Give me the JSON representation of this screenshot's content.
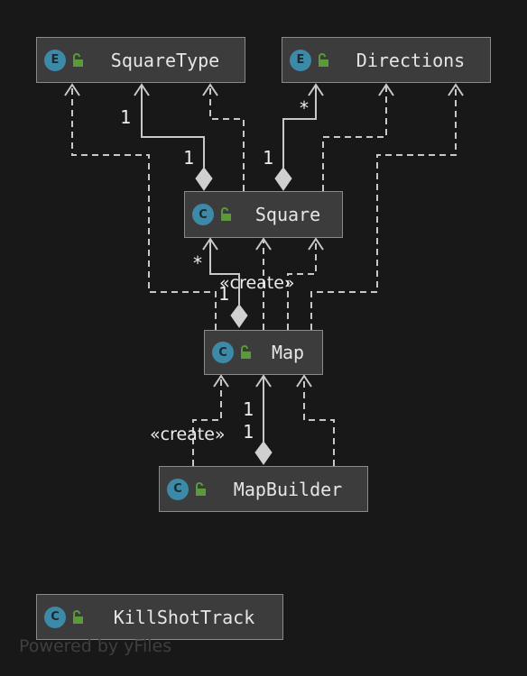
{
  "nodes": {
    "squaretype": {
      "name": "SquareType",
      "kind": "E"
    },
    "directions": {
      "name": "Directions",
      "kind": "E"
    },
    "square": {
      "name": "Square",
      "kind": "C"
    },
    "map": {
      "name": "Map",
      "kind": "C"
    },
    "mapbuilder": {
      "name": "MapBuilder",
      "kind": "C"
    },
    "killshottrack": {
      "name": "KillShotTrack",
      "kind": "C"
    }
  },
  "labels": {
    "squaretype_mult": "1",
    "square_type_mult": "1",
    "directions_mult": "*",
    "square_dir_mult": "1",
    "map_square_many": "*",
    "map_square_one": "1",
    "create_map_square": "«create»",
    "map_builder_one_a": "1",
    "map_builder_one_b": "1",
    "create_builder_map": "«create»"
  },
  "footer": "Powered by yFiles",
  "colors": {
    "background": "#181818",
    "node_fill": "#3c3c3c",
    "node_border": "#8a8a8a",
    "edge": "#c8c8c8",
    "badge": "#3c8aa8",
    "visibility_icon": "#5a9a3a",
    "text": "#e6e6e6"
  }
}
